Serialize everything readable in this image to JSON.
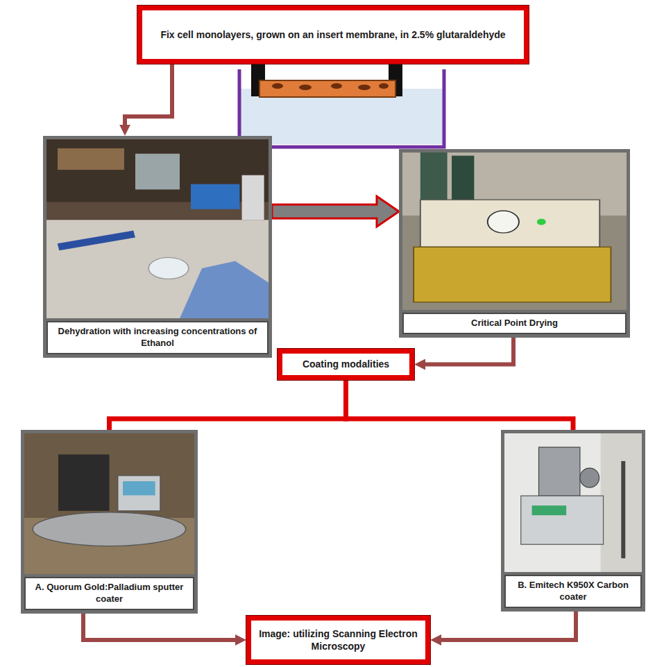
{
  "diagram": {
    "nodes": [
      {
        "text": [
          "Fix cell monolayers, grown on an insert membrane, in 2.5% glutaraldehyde"
        ]
      },
      {
        "text": [
          "Dehydration with increasing concentrations of Ethanol"
        ]
      },
      {
        "text": [
          "Critical Point Drying"
        ]
      },
      {
        "text": [
          "Coating modalities"
        ]
      },
      {
        "text": [
          "A. Quorum Gold:Palladium sputter coater"
        ]
      },
      {
        "text": [
          "B. Emitech K950X Carbon coater"
        ]
      },
      {
        "text": [
          "Image: utilizing Scanning Electron Microscopy"
        ]
      }
    ],
    "edges": [
      {
        "from": 0,
        "to": 1,
        "arrow": "to"
      },
      {
        "from": 1,
        "to": 2,
        "arrow": "to"
      },
      {
        "from": 2,
        "to": 3,
        "arrow": "to"
      },
      {
        "from": 3,
        "to": 4,
        "arrow": "none"
      },
      {
        "from": 3,
        "to": 5,
        "arrow": "none"
      },
      {
        "from": 4,
        "to": 6,
        "arrow": "to"
      },
      {
        "from": 5,
        "to": 6,
        "arrow": "to"
      }
    ]
  }
}
